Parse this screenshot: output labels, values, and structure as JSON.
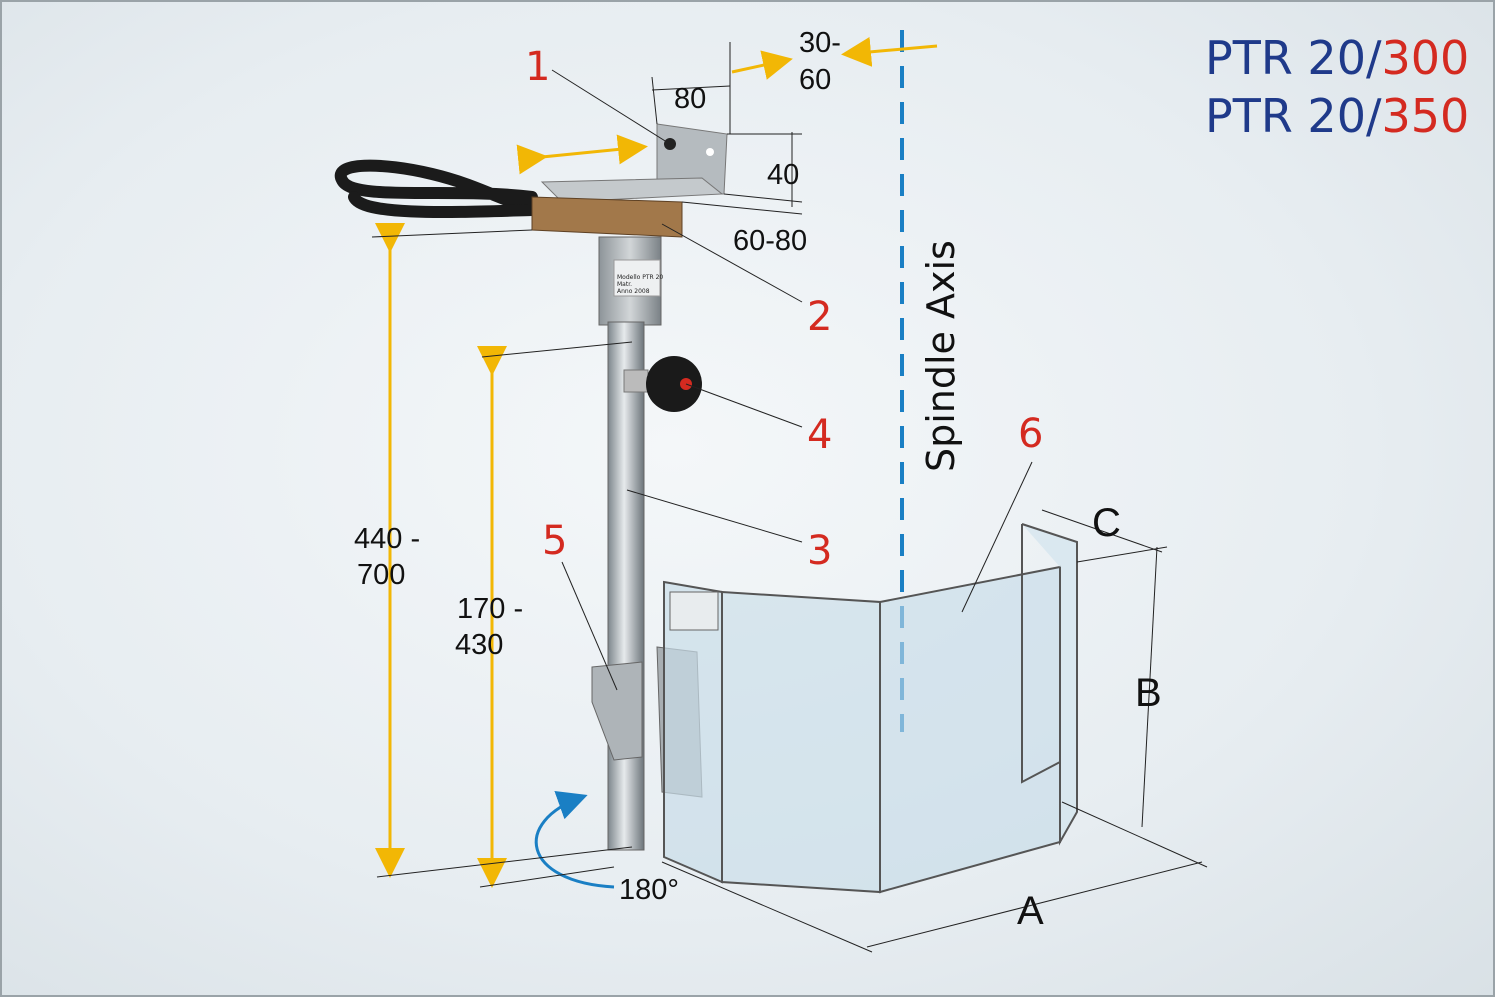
{
  "title": {
    "models": [
      {
        "prefix": "PTR 20/",
        "suffix": "300"
      },
      {
        "prefix": "PTR 20/",
        "suffix": "350"
      }
    ],
    "prefix_color": "#1f3a8a",
    "suffix_color": "#d42a20"
  },
  "callouts": [
    "1",
    "2",
    "3",
    "4",
    "5",
    "6"
  ],
  "dimensions": {
    "bracket_width": "80",
    "axis_offset_line1": "30-",
    "axis_offset_line2": "60",
    "bracket_height": "40",
    "body_depth": "60-80",
    "total_height_line1": "440 -",
    "total_height_line2": "700",
    "rod_height_line1": "170 -",
    "rod_height_line2": "430",
    "rotation": "180°"
  },
  "guard_dimensions": {
    "a": "A",
    "b": "B",
    "c": "C"
  },
  "spindle_axis_label": "Spindle Axis",
  "device_label": {
    "model": "Modello PTR 20",
    "serial": "Matr.",
    "year": "Anno 2008"
  },
  "colors": {
    "arrow": "#f2b705",
    "axis": "#1a7fc4",
    "callout": "#d42a20"
  }
}
